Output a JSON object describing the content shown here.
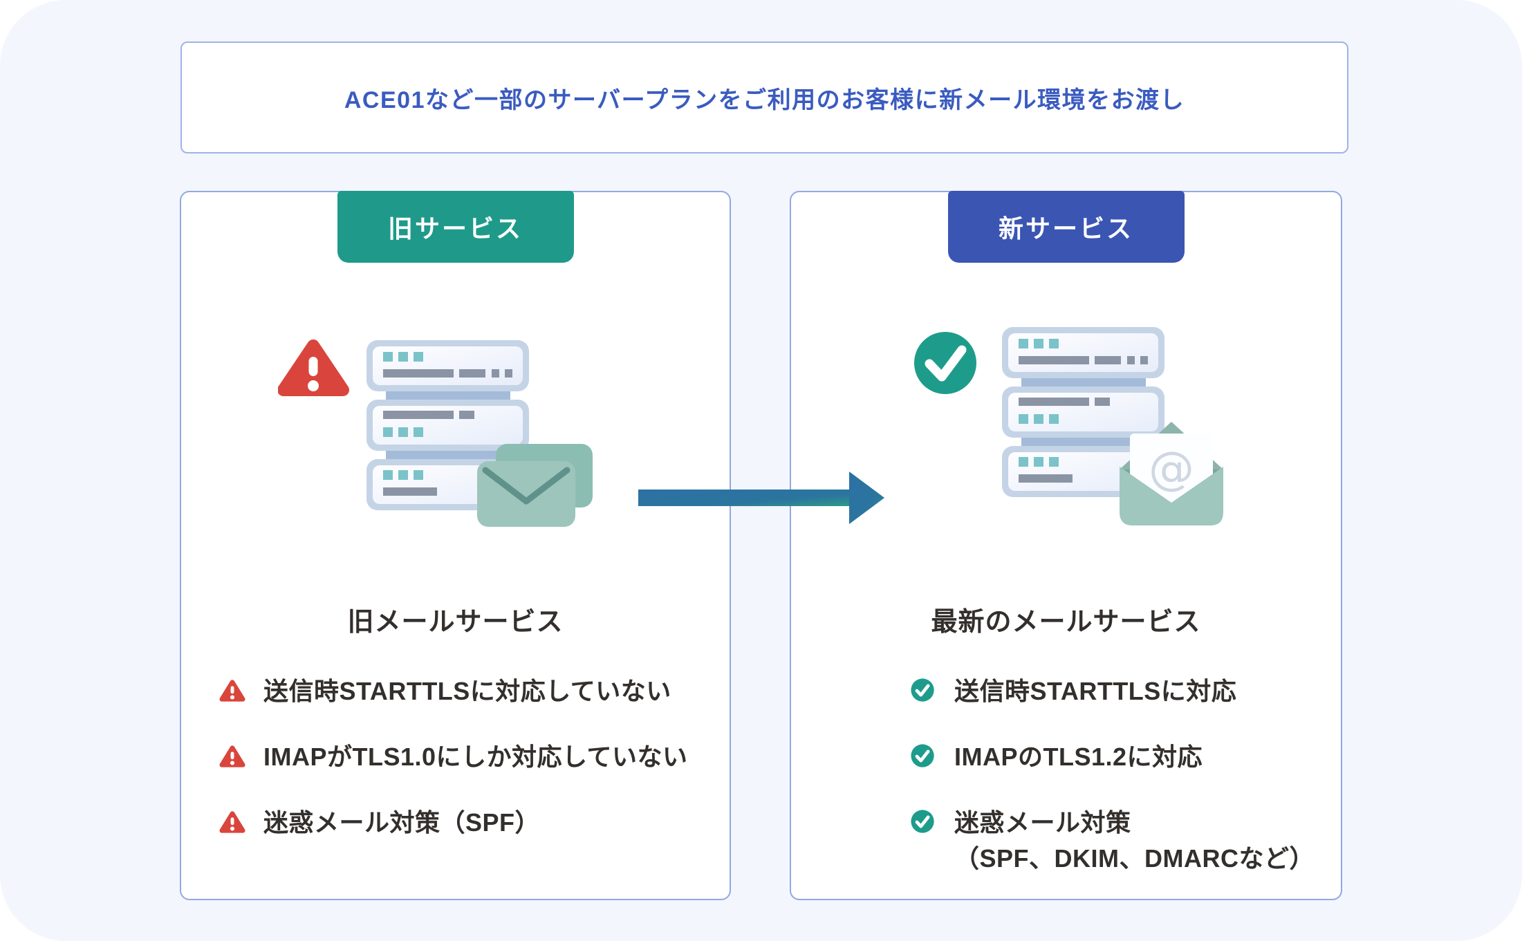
{
  "banner": {
    "text": "ACE01など一部のサーバープランをご利用のお客様に新メール環境をお渡し"
  },
  "old_service": {
    "badge": "旧サービス",
    "title": "旧メールサービス",
    "items": [
      {
        "text": "送信時STARTTLSに対応していない",
        "note": ""
      },
      {
        "text": "IMAPがTLS1.0にしか対応していない",
        "note": ""
      },
      {
        "text": "迷惑メール対策（SPF）",
        "note": ""
      }
    ]
  },
  "new_service": {
    "badge": "新サービス",
    "title": "最新のメールサービス",
    "items": [
      {
        "text": "送信時STARTTLSに対応",
        "note": ""
      },
      {
        "text": "IMAPのTLS1.2に対応",
        "note": ""
      },
      {
        "text": "迷惑メール対策",
        "note": "（SPF、DKIM、DMARCなど）"
      }
    ]
  },
  "icons": {
    "old_marker": "warning-triangle",
    "new_marker": "check-circle",
    "old_illustration": "server-stack-with-warning-and-mail",
    "new_illustration": "server-stack-with-check-and-mail",
    "between_cards": "right-arrow"
  },
  "colors": {
    "canvas_bg": "#F3F6FD",
    "card_border": "#93A8E2",
    "banner_text": "#3A5BC0",
    "old_badge_bg": "#1F9A8A",
    "new_badge_bg": "#3B55B3",
    "warning_red": "#D9453C",
    "check_teal": "#1E9C8B",
    "body_text": "#332F2D",
    "arrow_gradient_start": "#2C70A4",
    "arrow_gradient_end": "#2F9A8B",
    "server_border": "#C4D4E6",
    "server_accent_teal": "#7AC3C9",
    "server_bar_gray": "#8A94A4",
    "envelope_green": "#9DC5BC"
  }
}
